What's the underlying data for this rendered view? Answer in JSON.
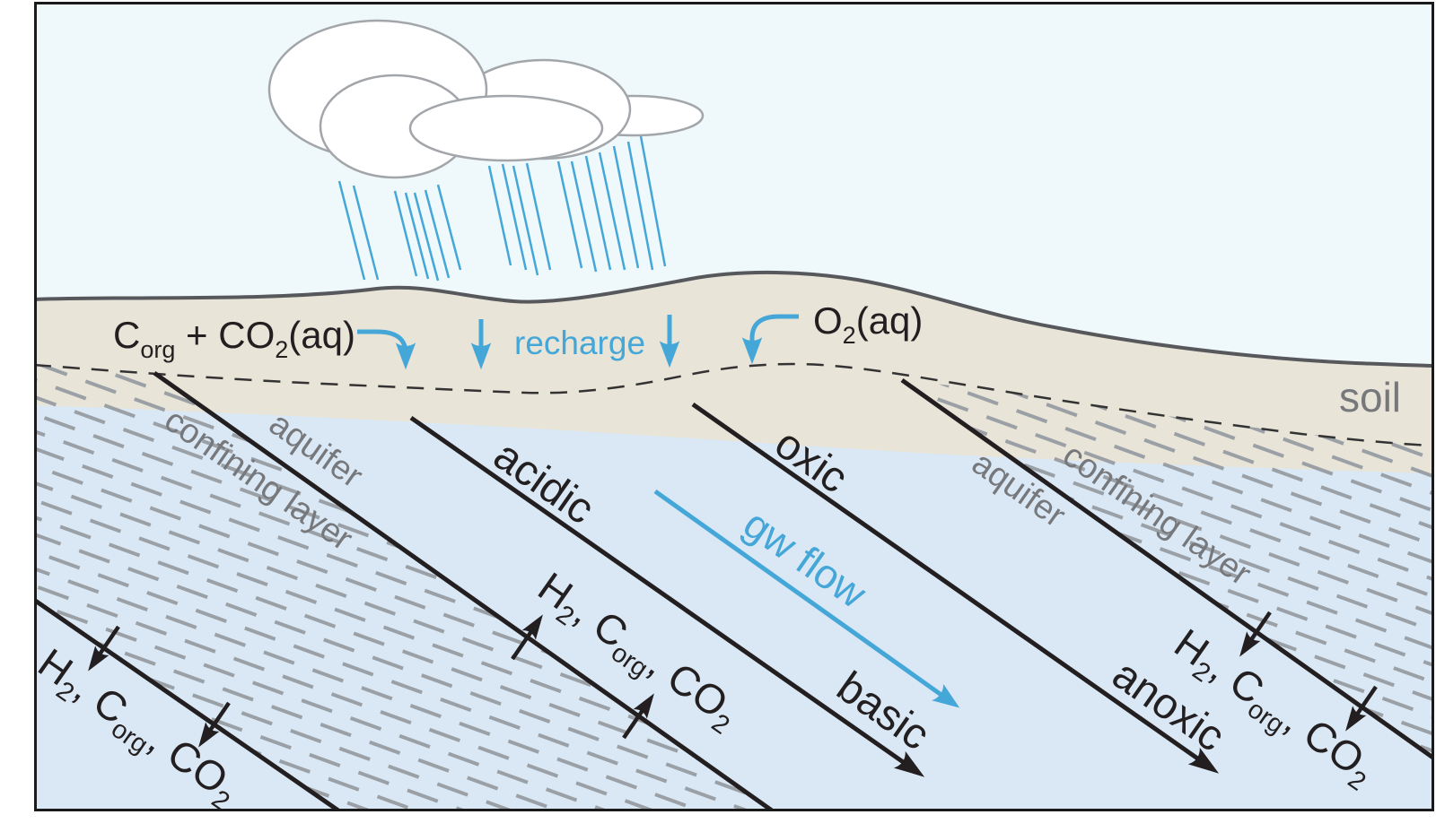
{
  "figure_title": "groundwater recharge and redox evolution cross-section",
  "colors": {
    "sky": "#eff8fa",
    "soil": "#e9e4d8",
    "aquifer_blue": "#d9e8f4",
    "hatch_gray": "#9aa0a5",
    "accent_blue": "#45a7d8",
    "label_gray": "#77787c",
    "ink": "#231f20",
    "ground_line": "#57585c",
    "cloud_outline": "#a2a6aa"
  },
  "labels": {
    "chem_left": {
      "c": "C",
      "c_sub": "org",
      "plus_co": " + CO",
      "co_sub": "2",
      "aq": "(aq)"
    },
    "o2": {
      "o": "O",
      "sub": "2",
      "aq": "(aq)"
    },
    "recharge": "recharge",
    "gw_flow": "gw flow",
    "soil": "soil",
    "aquifer_left": "aquifer",
    "aquifer_right": "aquifer",
    "confining_left": "confining layer",
    "confining_right": "confining layer",
    "acidic": "acidic",
    "basic": "basic",
    "oxic": "oxic",
    "anoxic": "anoxic",
    "h2_corg_co2": {
      "h": "H",
      "h_sub": "2",
      "comma_c": ", C",
      "c_sub": "org",
      "comma_co": ", CO",
      "co_sub": "2"
    }
  }
}
